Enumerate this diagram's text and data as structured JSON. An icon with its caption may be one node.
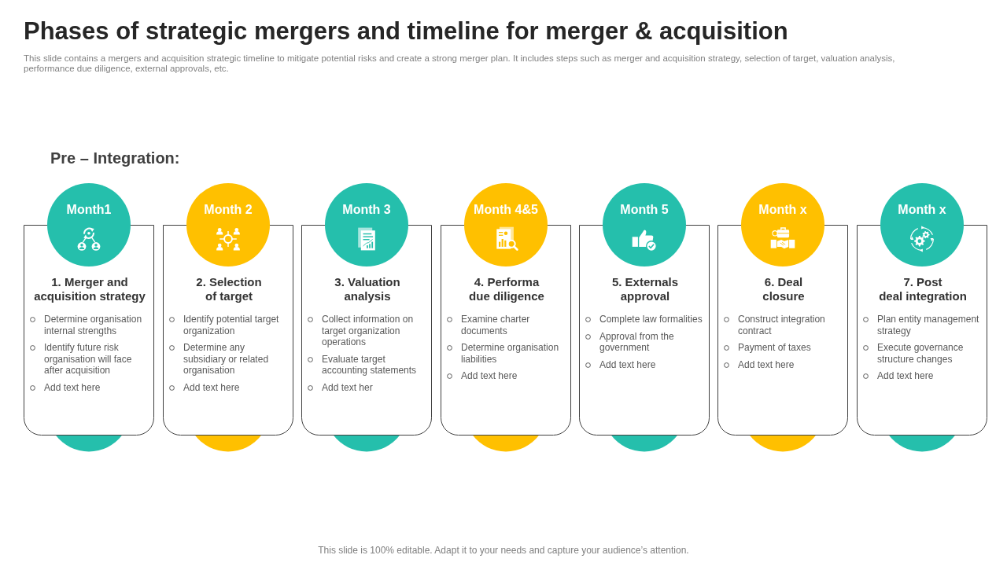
{
  "diagram": {
    "title": "Phases of strategic mergers and timeline for merger & acquisition",
    "caption": "This slide is 100% editable. Adapt it to your needs and capture your audience’s attention.",
    "labels": [
      "This slide contains a mergers and acquisition strategic timeline to mitigate potential risks and create a strong merger plan. It includes steps such as merger and acquisition strategy, selection of target, valuation analysis, performance due diligence, external approvals, etc.",
      "Pre – Integration:"
    ],
    "nodes": [
      {
        "text": [
          "Month1"
        ]
      },
      {
        "text": [
          "1. Merger and acquisition strategy",
          "Determine organisation internal strengths",
          "Identify future risk organisation will face after acquisition",
          "Add text here"
        ]
      },
      {
        "text": [
          "Month 2"
        ]
      },
      {
        "text": [
          "2. Selection of target",
          "Identify potential target organization",
          "Determine any subsidiary or related organisation",
          "Add text here"
        ]
      },
      {
        "text": [
          "Month 3"
        ]
      },
      {
        "text": [
          "3. Valuation analysis",
          "Collect information on target organization operations",
          "Evaluate target accounting statements",
          "Add text her"
        ]
      },
      {
        "text": [
          "Month 4&5"
        ]
      },
      {
        "text": [
          "4. Performa due diligence",
          "Examine charter documents",
          "Determine organisation liabilities",
          "Add text here"
        ]
      },
      {
        "text": [
          "Month 5"
        ]
      },
      {
        "text": [
          "5. Externals approval",
          "Complete law formalities",
          "Approval from the government",
          "Add text here"
        ]
      },
      {
        "text": [
          "Month x"
        ]
      },
      {
        "text": [
          "6. Deal closure",
          "Construct integration contract",
          "Payment of taxes",
          "Add text here"
        ]
      },
      {
        "text": [
          "Month x"
        ]
      },
      {
        "text": [
          "7. Post deal integration",
          "Plan entity management strategy",
          "Execute governance structure changes",
          "Add text here"
        ]
      }
    ]
  }
}
